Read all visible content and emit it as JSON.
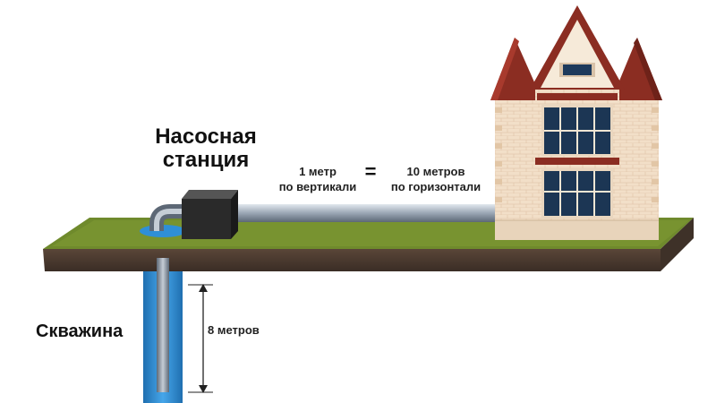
{
  "labels": {
    "pump_station_line1": "Насосная",
    "pump_station_line2": "станция",
    "well": "Скважина",
    "vertical_line1": "1 метр",
    "vertical_line2": "по вертикали",
    "equals": "=",
    "horizontal_line1": "10 метров",
    "horizontal_line2": "по горизонтали",
    "depth": "8 метров"
  },
  "colors": {
    "grass": "#6f8a2c",
    "soil": "#4a3a30",
    "water": "#2f8fd6",
    "pipe": "#9aa6b4",
    "house_wall": "#f0dcc4",
    "roof": "#8b2d22",
    "pump_box": "#2a2a2a"
  }
}
